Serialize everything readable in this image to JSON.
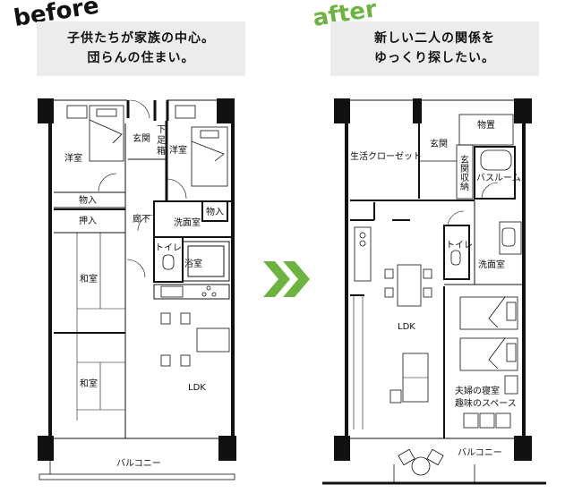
{
  "before": {
    "tag": "before",
    "tag_color": "#111111",
    "caption": [
      "子供たちが家族の中心。",
      "団らんの住まい。"
    ],
    "rooms": {
      "western_room_1": "洋室",
      "western_room_2": "洋室",
      "entrance": "玄関",
      "shoe_box": [
        "下",
        "足",
        "箱"
      ],
      "storage_1": "物入",
      "storage_2": "物入",
      "closet": "押入",
      "hallway": "廊下",
      "washroom": "洗面室",
      "toilet": "トイレ",
      "bathroom": "浴室",
      "japanese_room_1": "和室",
      "japanese_room_2": "和室",
      "ldk": "LDK",
      "balcony": "バルコニー"
    }
  },
  "arrow": {
    "icon": "double-chevron-right-icon",
    "color": "#6db33f"
  },
  "after": {
    "tag": "after",
    "tag_color": "#6db33f",
    "caption": [
      "新しい二人の関係を",
      "ゆっくり探したい。"
    ],
    "rooms": {
      "walk_in_closet": "生活クローゼット",
      "entrance": "玄関",
      "storeroom": "物置",
      "entrance_storage": [
        "玄",
        "関",
        "収",
        "納"
      ],
      "bathroom": "バスルーム",
      "toilet": "トイレ",
      "washroom": "洗面室",
      "ldk": "LDK",
      "bedroom": [
        "夫婦の寝室",
        "趣味のスペース"
      ],
      "balcony": "バルコニー"
    }
  }
}
